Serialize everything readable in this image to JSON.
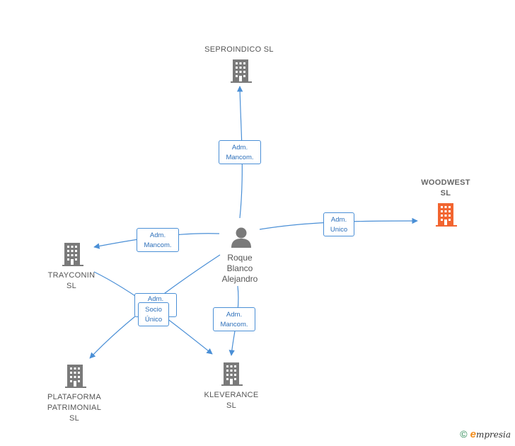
{
  "nodes": {
    "seproindico": {
      "label": "SEPROINDICO SL"
    },
    "woodwest": {
      "label": "WOODWEST\nSL"
    },
    "trayconin": {
      "label": "TRAYCONIN\nSL"
    },
    "plataforma": {
      "label": "PLATAFORMA\nPATRIMONIAL\nSL"
    },
    "kleverance": {
      "label": "KLEVERANCE\nSL"
    },
    "person": {
      "label": "Roque\nBlanco\nAlejandro"
    }
  },
  "edges": {
    "to_seproindico": "Adm.\nMancom.",
    "to_woodwest": "Adm.\nUnico",
    "to_trayconin": "Adm.\nMancom.",
    "to_kleverance": "Adm.\nMancom.",
    "to_plataforma_adm": "Adm.",
    "to_plataforma_socio": "Socio\nÚnico"
  },
  "colors": {
    "building": "#7a7a7a",
    "building_highlight": "#f26530",
    "person": "#7a7a7a",
    "edge": "#4a8fd6"
  },
  "footer": {
    "copyright": "©",
    "brand_e": "e",
    "brand_rest": "mpresia"
  }
}
